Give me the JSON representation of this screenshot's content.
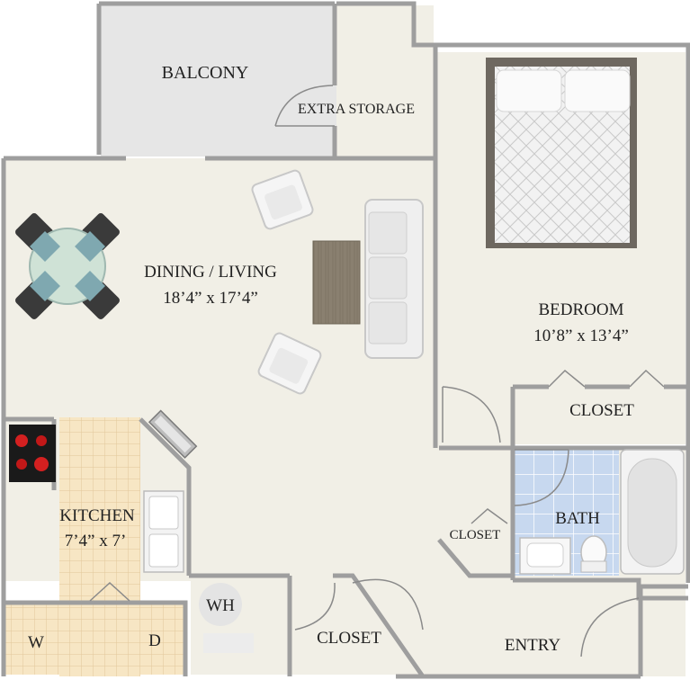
{
  "rooms": {
    "balcony": {
      "name": "BALCONY"
    },
    "extra_storage": {
      "name": "EXTRA STORAGE"
    },
    "dining_living": {
      "name": "DINING / LIVING",
      "size": "18’4” x 17’4”"
    },
    "bedroom": {
      "name": "BEDROOM",
      "size": "10’8” x 13’4”"
    },
    "bedroom_closet": {
      "name": "CLOSET"
    },
    "bath": {
      "name": "BATH"
    },
    "bath_closet": {
      "name": "CLOSET"
    },
    "kitchen": {
      "name": "KITCHEN",
      "size": "7’4” x 7’"
    },
    "water_heater": {
      "name": "WH"
    },
    "washer": {
      "name": "W"
    },
    "dryer": {
      "name": "D"
    },
    "entry_closet": {
      "name": "CLOSET"
    },
    "entry": {
      "name": "ENTRY"
    }
  },
  "colors": {
    "wall": "#9e9e9e",
    "floor": "#f1efe6",
    "balcony": "#e6e6e6",
    "bath_floor": "#c4d6ee",
    "kitchen_tile": "#f7e6c4"
  }
}
